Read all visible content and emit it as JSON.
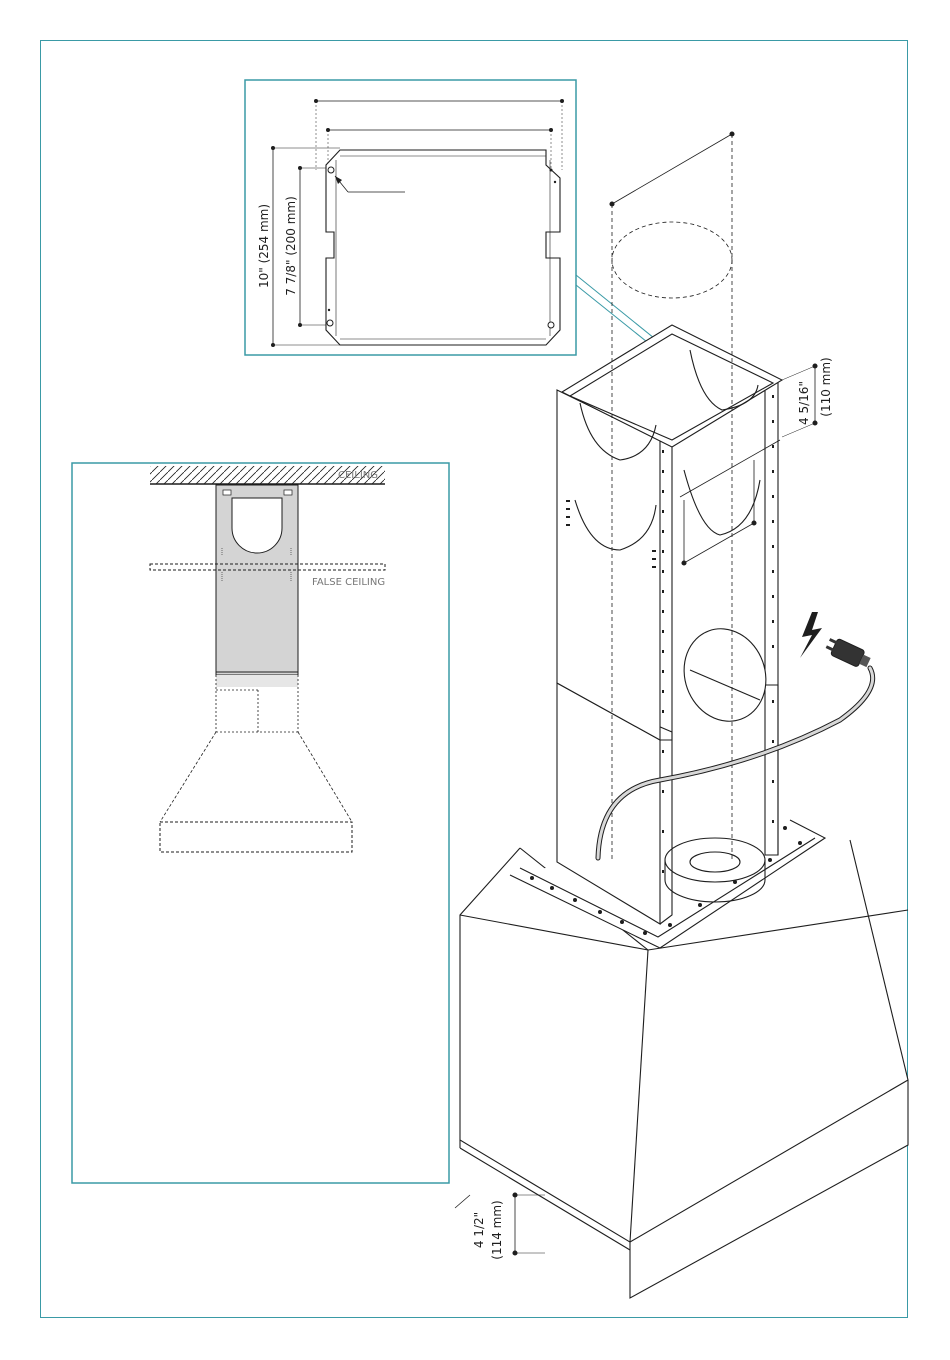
{
  "colors": {
    "frame": "#3a9aa6",
    "line": "#1e1e1e",
    "panel_fill": "#d4d4d4",
    "hatch": "#1e1e1e"
  },
  "labels": {
    "ceiling": "CEILING",
    "false_ceiling": "FALSE CEILING",
    "bracket_height": "10\" (254 mm)",
    "bracket_hole_spacing": "7 7/8\" (200 mm)",
    "top_opening_in": "4 5/16\"",
    "top_opening_mm": "(110 mm)",
    "hood_band_in": "4 1/2\"",
    "hood_band_mm": "(114 mm)"
  },
  "icons": {
    "power": "lightning-bolt-icon",
    "plug": "power-plug-icon"
  }
}
